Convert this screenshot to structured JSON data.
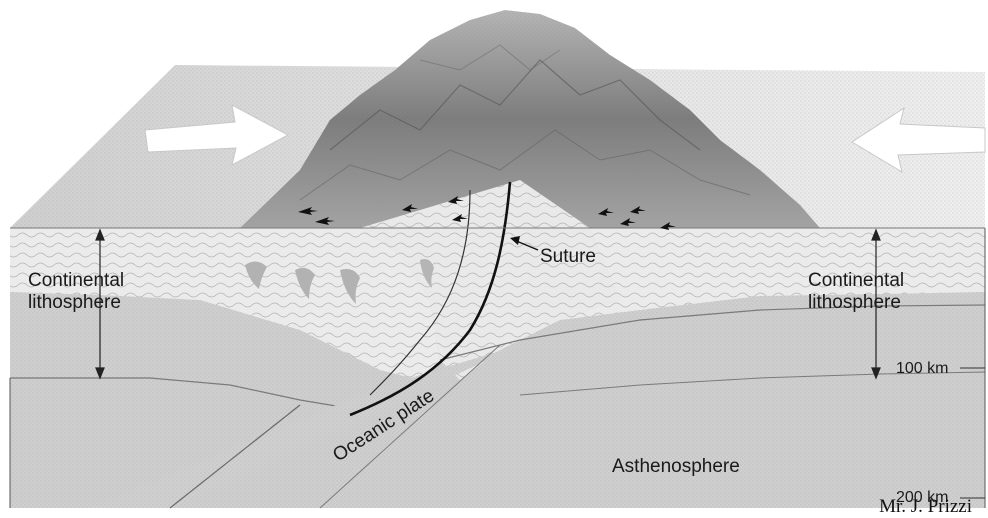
{
  "labels": {
    "continental_left_line1": "Continental",
    "continental_left_line2": "lithosphere",
    "continental_right_line1": "Continental",
    "continental_right_line2": "lithosphere",
    "suture": "Suture",
    "oceanic_plate": "Oceanic plate",
    "asthenosphere": "Asthenosphere",
    "depth_100": "100 km",
    "depth_200": "200 km"
  },
  "credit": "Mr. J. Prizzi",
  "colors": {
    "crust": "#e6e6e6",
    "lithosphere_mantle": "#c9c9c9",
    "asthenosphere": "#bdbdbd",
    "oceanic_plate": "#d2d2d2",
    "mountains": "#8a8a8a",
    "surface": "#dcdcdc",
    "arrow": "#ffffff"
  },
  "icons": [
    "convergence-arrow-left",
    "convergence-arrow-right"
  ]
}
